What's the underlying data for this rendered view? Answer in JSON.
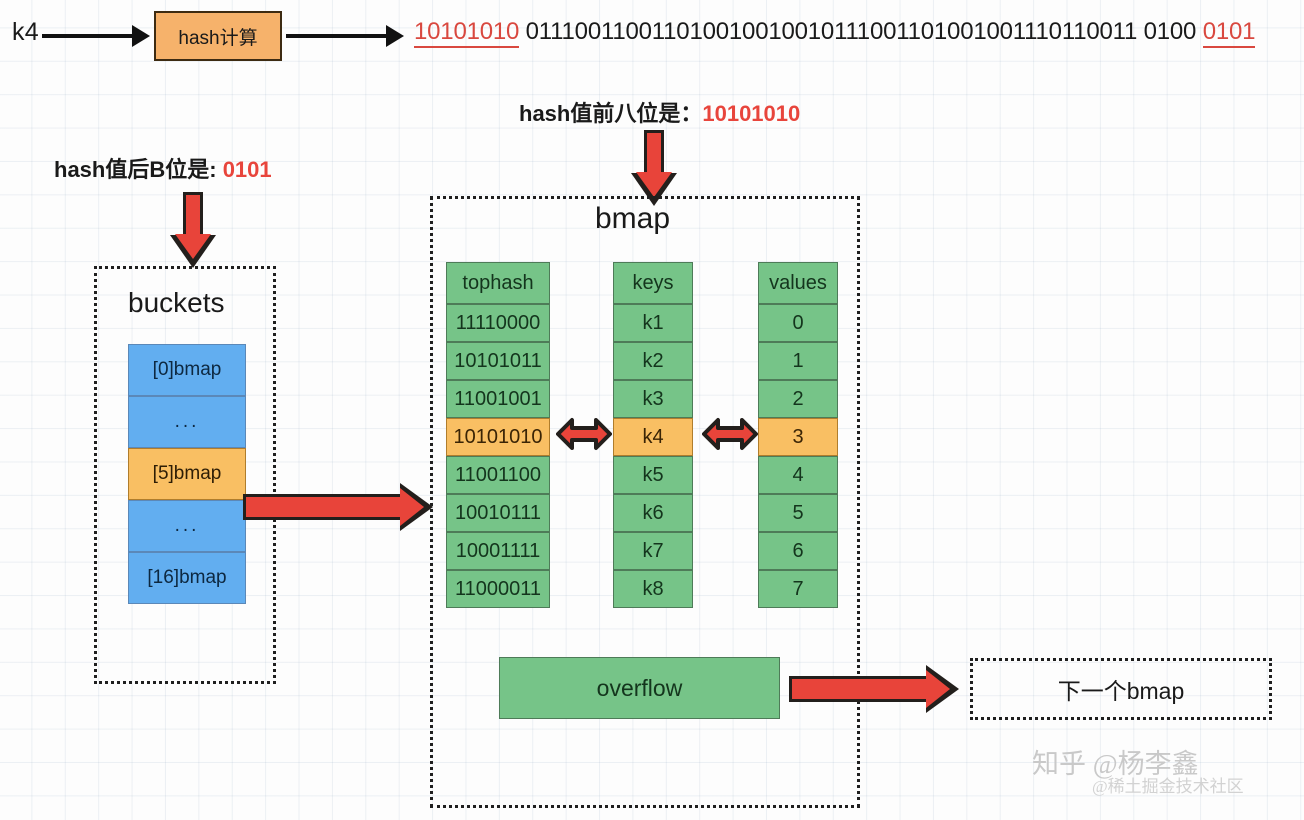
{
  "diagram": {
    "title": "bmap",
    "input_key": "k4",
    "hash_box_label": "hash计算",
    "hash_bits": {
      "prefix": "10101010",
      "middle": " 011100110011010010010010111001101001001110110011 0100 ",
      "suffix": "0101"
    },
    "annotations": {
      "top": {
        "label": "hash值前八位是：",
        "value": "10101010"
      },
      "left": {
        "label": "hash值后B位是: ",
        "value": "0101"
      }
    },
    "buckets": {
      "title": "buckets",
      "cells": [
        {
          "label": "[0]bmap",
          "highlight": false
        },
        {
          "label": "...",
          "highlight": false
        },
        {
          "label": "[5]bmap",
          "highlight": true
        },
        {
          "label": "...",
          "highlight": false
        },
        {
          "label": "[16]bmap",
          "highlight": false
        }
      ]
    },
    "bmap": {
      "columns": [
        {
          "header": "tophash",
          "cells": [
            "11110000",
            "10101011",
            "11001001",
            "10101010",
            "11001100",
            "10010111",
            "10001111",
            "11000011"
          ],
          "highlight_index": 3
        },
        {
          "header": "keys",
          "cells": [
            "k1",
            "k2",
            "k3",
            "k4",
            "k5",
            "k6",
            "k7",
            "k8"
          ],
          "highlight_index": 3
        },
        {
          "header": "values",
          "cells": [
            "0",
            "1",
            "2",
            "3",
            "4",
            "5",
            "6",
            "7"
          ],
          "highlight_index": 3
        }
      ],
      "overflow_label": "overflow"
    },
    "next_bmap_label": "下一个bmap",
    "watermark": {
      "line1": "知乎 @杨李鑫",
      "line2": "@稀土掘金技术社区"
    },
    "colors": {
      "green": "#76c488",
      "orange": "#f9bf63",
      "blue": "#62aef0",
      "red": "#e8443a",
      "hash_box": "#f6b26b"
    }
  }
}
